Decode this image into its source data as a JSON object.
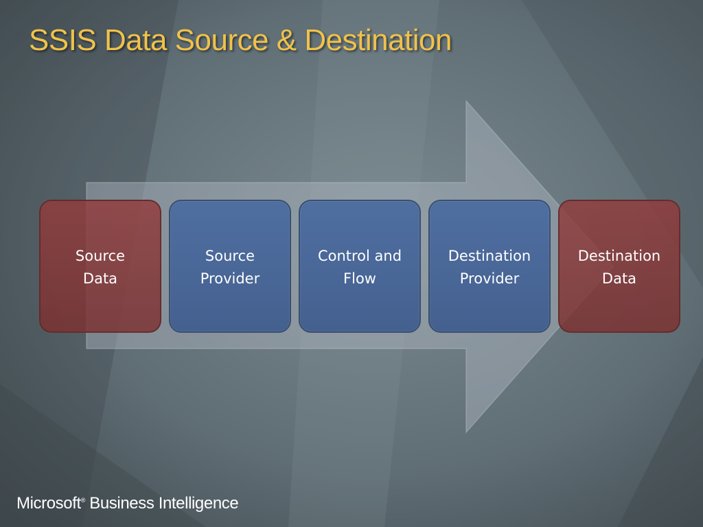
{
  "slide": {
    "title": "SSIS Data Source & Destination",
    "colors": {
      "title": "#f0c24a",
      "source_dest_box": "#8c3c3c",
      "provider_box": "#4a6898",
      "arrow_fill": "#aab4c2"
    }
  },
  "diagram": {
    "steps": [
      {
        "label": "Source\nData",
        "kind": "data"
      },
      {
        "label": "Source\nProvider",
        "kind": "provider"
      },
      {
        "label": "Control and\nFlow",
        "kind": "provider"
      },
      {
        "label": "Destination\nProvider",
        "kind": "provider"
      },
      {
        "label": "Destination\nData",
        "kind": "data"
      }
    ]
  },
  "footer": {
    "brand_name": "Microsoft",
    "brand_mark": "®",
    "product": " Business Intelligence"
  }
}
